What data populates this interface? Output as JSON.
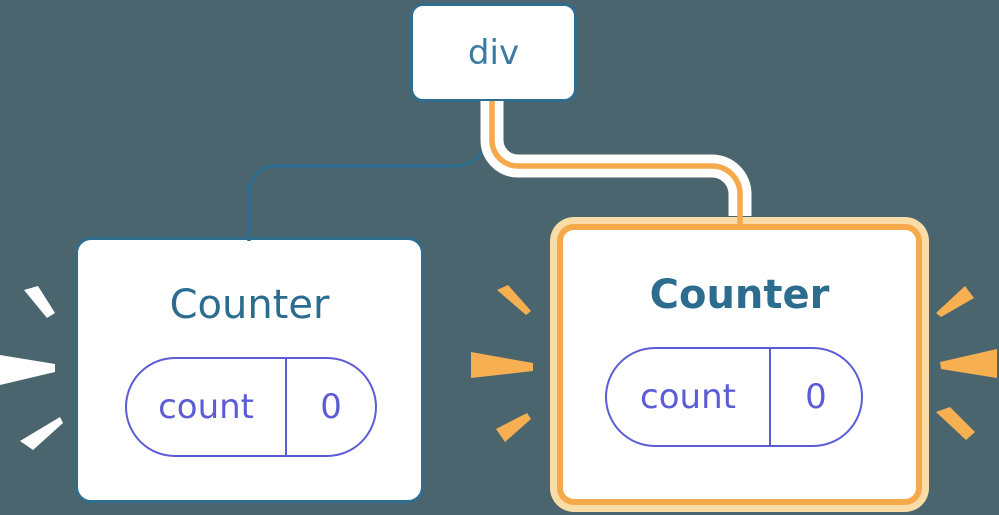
{
  "colors": {
    "background": "#4A656E",
    "blue": "#2F6E8F",
    "div-label": "#3B7AA2",
    "title": "#2B6C8F",
    "purple": "#5C5DD6",
    "orange": "#F5A94B",
    "orange-halo": "#FADCA6",
    "orange-spark": "#F6B052",
    "white-spark": "#FFFFFF"
  },
  "tree": {
    "root": {
      "label": "div"
    },
    "children": [
      {
        "title": "Counter",
        "state": {
          "name": "count",
          "value": "0"
        },
        "highlighted": false
      },
      {
        "title": "Counter",
        "state": {
          "name": "count",
          "value": "0"
        },
        "highlighted": true
      }
    ]
  }
}
